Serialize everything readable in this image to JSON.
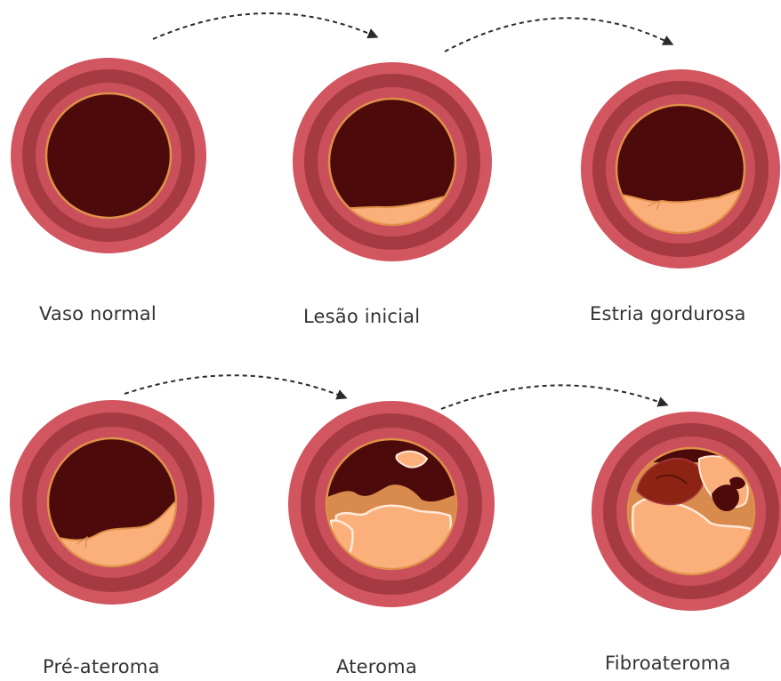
{
  "colors": {
    "outer_ring": "#d2565f",
    "mid_ring": "#a63a43",
    "inner_ring": "#c9505a",
    "lumen": "#4d0a0a",
    "intima_line": "#e09049",
    "plaque": "#fbb07c",
    "plaque_outline": "#ffe9d8",
    "thrombus": "#8c2313",
    "arrow": "#2b2b2b"
  },
  "stages": [
    {
      "id": "normal",
      "label": "Vaso normal"
    },
    {
      "id": "initial",
      "label": "Lesão inicial"
    },
    {
      "id": "fatty-streak",
      "label": "Estria gordurosa"
    },
    {
      "id": "preatheroma",
      "label": "Pré-ateroma"
    },
    {
      "id": "atheroma",
      "label": "Ateroma"
    },
    {
      "id": "fibroatheroma",
      "label": "Fibroateroma"
    }
  ]
}
